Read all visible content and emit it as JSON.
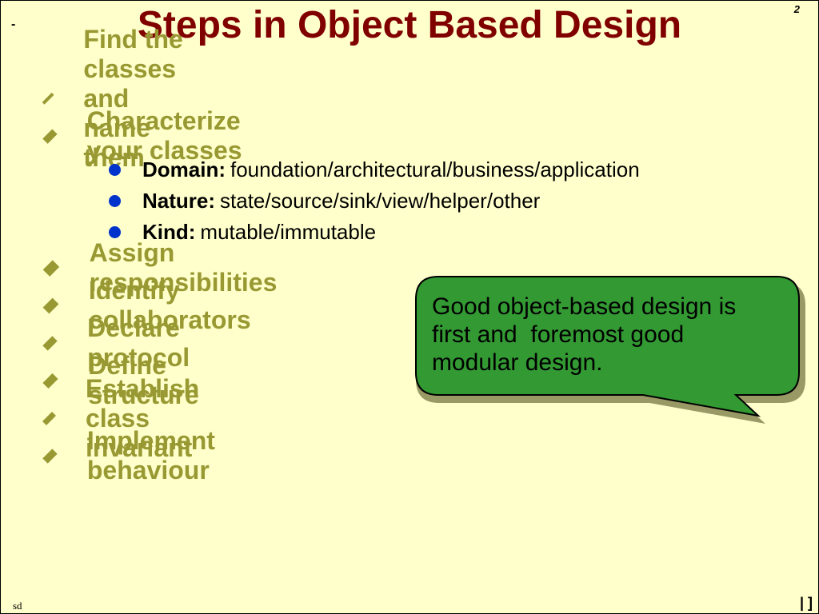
{
  "slide": {
    "title": "Steps in Object Based Design",
    "page_number": "2",
    "corner_mark": "-",
    "footer_text": "sd",
    "footer_marks": "| ]"
  },
  "bullets": [
    {
      "text": "Find the classes and name them"
    },
    {
      "text": "Characterize your classes"
    },
    {
      "text": "Assign responsibilities"
    },
    {
      "text": "Identify collaborators"
    },
    {
      "text": "Declare protocol"
    },
    {
      "text": "Define structure"
    },
    {
      "text": "Establish class invariant"
    },
    {
      "text": "Implement behaviour"
    }
  ],
  "sub_bullets": [
    {
      "label": "Domain:",
      "text": "foundation/architectural/business/application"
    },
    {
      "label": "Nature:",
      "text": "state/source/sink/view/helper/other"
    },
    {
      "label": "Kind:",
      "text": "mutable/immutable"
    }
  ],
  "callout": {
    "text_line1": "Good object-based design is",
    "text_line2": "first and  foremost good",
    "text_line3": "modular design.",
    "fill_color": "#339933",
    "shadow_color": "#999966"
  },
  "colors": {
    "title": "#800000",
    "bullet_text": "#999933",
    "sub_bullet_dot": "#0033cc",
    "background": "#ffffcc"
  }
}
